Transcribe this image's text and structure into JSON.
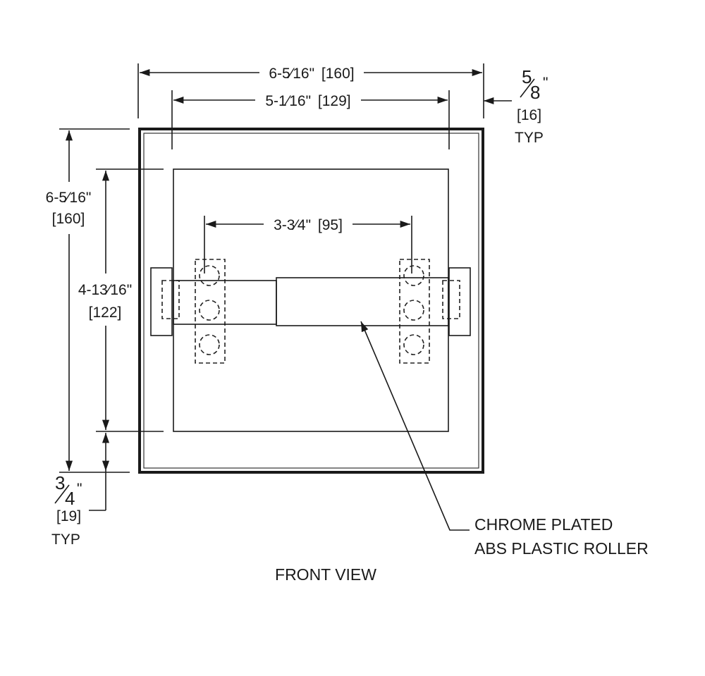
{
  "dimensions": {
    "overall_width_imperial": "6-5⁄16\"",
    "overall_width_metric": "[160]",
    "inner_width_imperial": "5-1⁄16\"",
    "inner_width_metric": "[129]",
    "flange_right_frac_top": "5",
    "flange_right_frac_bottom": "8",
    "flange_right_inch_mark": "\"",
    "flange_right_metric": "[16]",
    "flange_right_typ": "TYP",
    "overall_height_imperial": "6-5⁄16\"",
    "overall_height_metric": "[160]",
    "inner_height_imperial": "4-13⁄16\"",
    "inner_height_metric": "[122]",
    "mount_spacing_imperial": "3-3⁄4\"",
    "mount_spacing_metric": "[95]",
    "flange_bottom_frac_top": "3",
    "flange_bottom_frac_bottom": "4",
    "flange_bottom_inch_mark": "\"",
    "flange_bottom_metric": "[19]",
    "flange_bottom_typ": "TYP"
  },
  "callouts": {
    "roller_line1": "CHROME PLATED",
    "roller_line2": "ABS PLASTIC ROLLER"
  },
  "view_title": "FRONT VIEW"
}
